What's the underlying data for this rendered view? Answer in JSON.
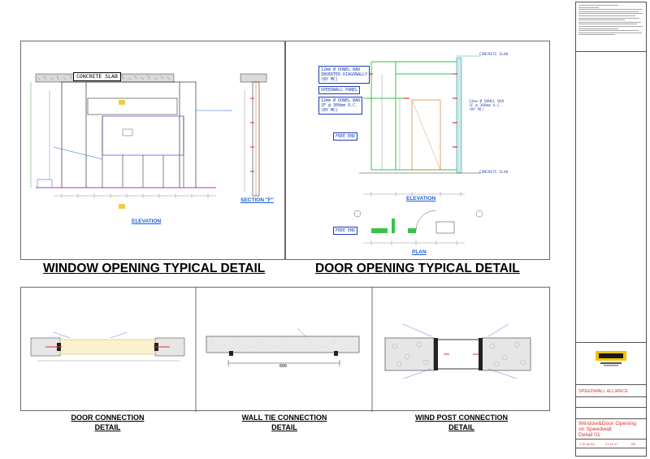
{
  "window_detail": {
    "title": "WINDOW OPENING TYPICAL DETAIL",
    "elevation_label": "ELEVATION",
    "section_label": "SECTION \"F\"",
    "slab_label": "CONCRETE SLAB"
  },
  "door_detail": {
    "title": "DOOR OPENING TYPICAL DETAIL",
    "elevation_label": "ELEVATION",
    "plan_label": "PLAN",
    "tags": {
      "diagonal_bar": "12mm Ø DOWEL BAR\nINSERTED DIAGONALLY\n(BY MC)",
      "panel": "SPEEDWALL PANEL",
      "horizontal_bar": "12mm Ø DOWEL BAR\n1F @ 300mm O.C.\n(BY MC)",
      "free_end": "FREE END",
      "free_end_plan": "FREE END",
      "dowel_right": "12mm Ø DOWEL BAR\n1F @ 300mm O.C.\n(BY MC)",
      "slab_top": "CONCRETE SLAB",
      "slab_bottom": "CONCRETE SLAB"
    }
  },
  "connections": [
    {
      "title_line1": "DOOR CONNECTION",
      "title_line2": "DETAIL"
    },
    {
      "title_line1": "WALL TIE CONNECTION",
      "title_line2": "DETAIL",
      "dimension": "600"
    },
    {
      "title_line1": "WIND POST CONNECTION",
      "title_line2": "DETAIL"
    }
  ],
  "title_block": {
    "company": "SPEEDWALL ALLIANCE",
    "project_line1": "Window&Door Opening",
    "project_line2": "on Speedwall",
    "project_line3": "Detail 01",
    "scale": "1:20 @ A3",
    "date": "27.10.17",
    "rev": "R0"
  }
}
